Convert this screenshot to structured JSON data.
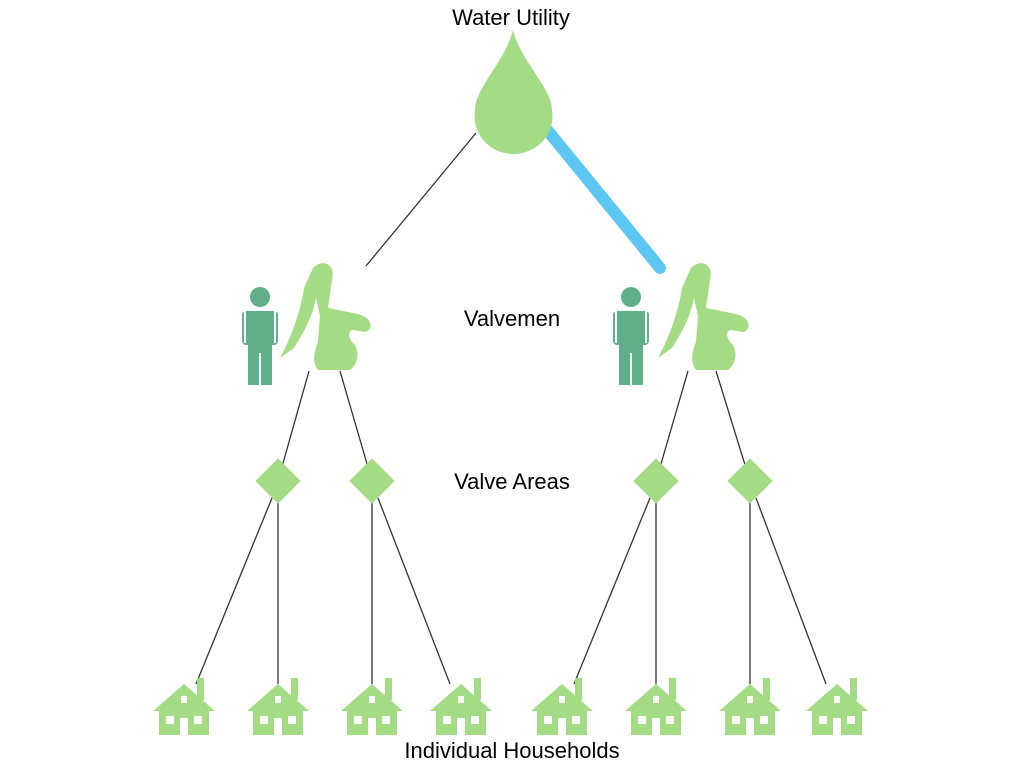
{
  "labels": {
    "top": "Water Utility",
    "level_1": "Valvemen",
    "level_2": "Valve Areas",
    "level_3": "Individual Households"
  },
  "icons": {
    "utility": "water-drop-icon",
    "valveman_person": "person-icon",
    "valveman_pump": "hand-pump-icon",
    "valve_area": "diamond-icon",
    "household": "house-icon"
  },
  "colors": {
    "light_green": "#a3dc84",
    "dark_green": "#5fb088",
    "highlight_pipe": "#5bc7f2",
    "connector": "#333333"
  },
  "tree": {
    "root": "Water Utility",
    "valvemen": [
      {
        "valve_areas": [
          {
            "households": 2
          },
          {
            "households": 2
          }
        ],
        "highlighted_link": false
      },
      {
        "valve_areas": [
          {
            "households": 2
          },
          {
            "households": 2
          }
        ],
        "highlighted_link": true
      }
    ]
  }
}
